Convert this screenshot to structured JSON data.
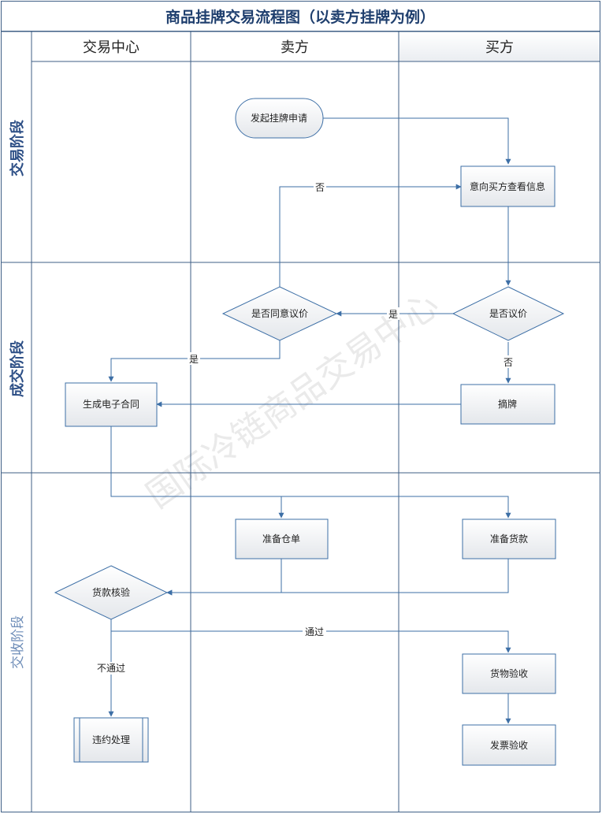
{
  "title": "商品挂牌交易流程图（以卖方挂牌为例）",
  "lanes": [
    "交易中心",
    "卖方",
    "买方"
  ],
  "phases": [
    "交易阶段",
    "成交阶段",
    "交收阶段"
  ],
  "watermark": "国际冷链商品交易中心",
  "nodes": {
    "start": "发起挂牌申请",
    "view_info": "意向买方查看信息",
    "buyer_negotiate": "是否议价",
    "seller_agree": "是否同意议价",
    "delist": "摘牌",
    "contract": "生成电子合同",
    "warehouse_receipt": "准备仓单",
    "prepare_payment": "准备货款",
    "payment_check": "货款核验",
    "breach": "违约处理",
    "goods_accept": "货物验收",
    "invoice_accept": "发票验收"
  },
  "edge_labels": {
    "no_back": "否",
    "yes_to_seller": "是",
    "yes_to_contract": "是",
    "no_to_delist": "否",
    "pass": "通过",
    "fail": "不通过"
  },
  "colors": {
    "accent": "#1f3f6e",
    "node_border": "#3d6fa6",
    "node_fill_top": "#ffffff",
    "node_fill_bottom": "#e6e8ec"
  }
}
